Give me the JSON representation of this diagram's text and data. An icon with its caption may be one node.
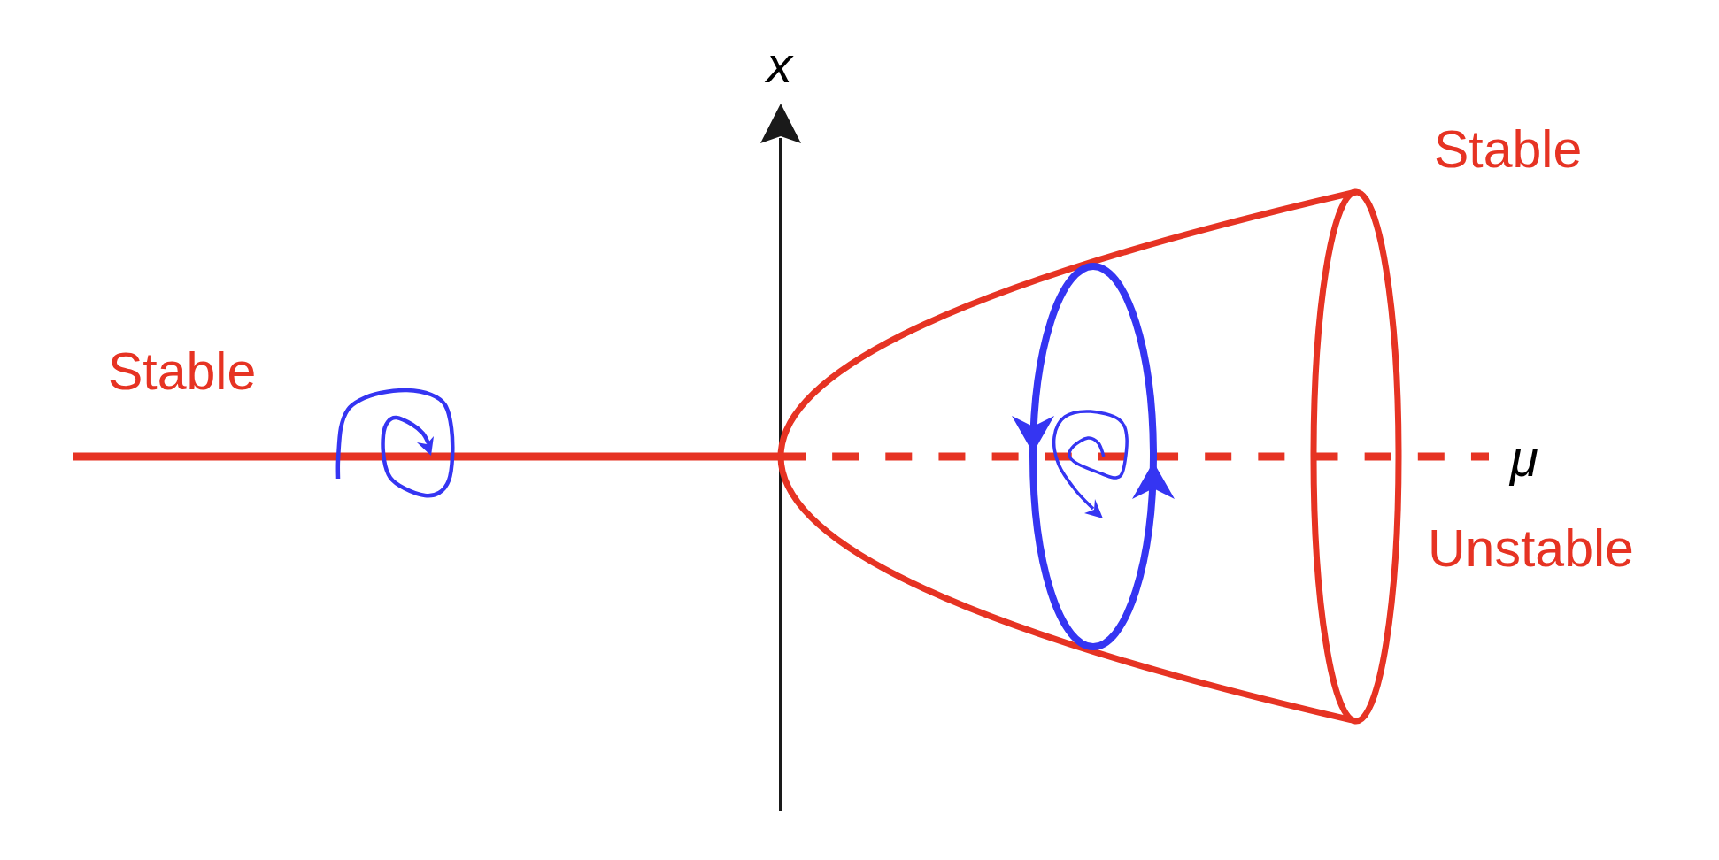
{
  "diagram": {
    "labels": [
      "x",
      "Stable",
      "Stable",
      "μ",
      "Unstable"
    ]
  }
}
